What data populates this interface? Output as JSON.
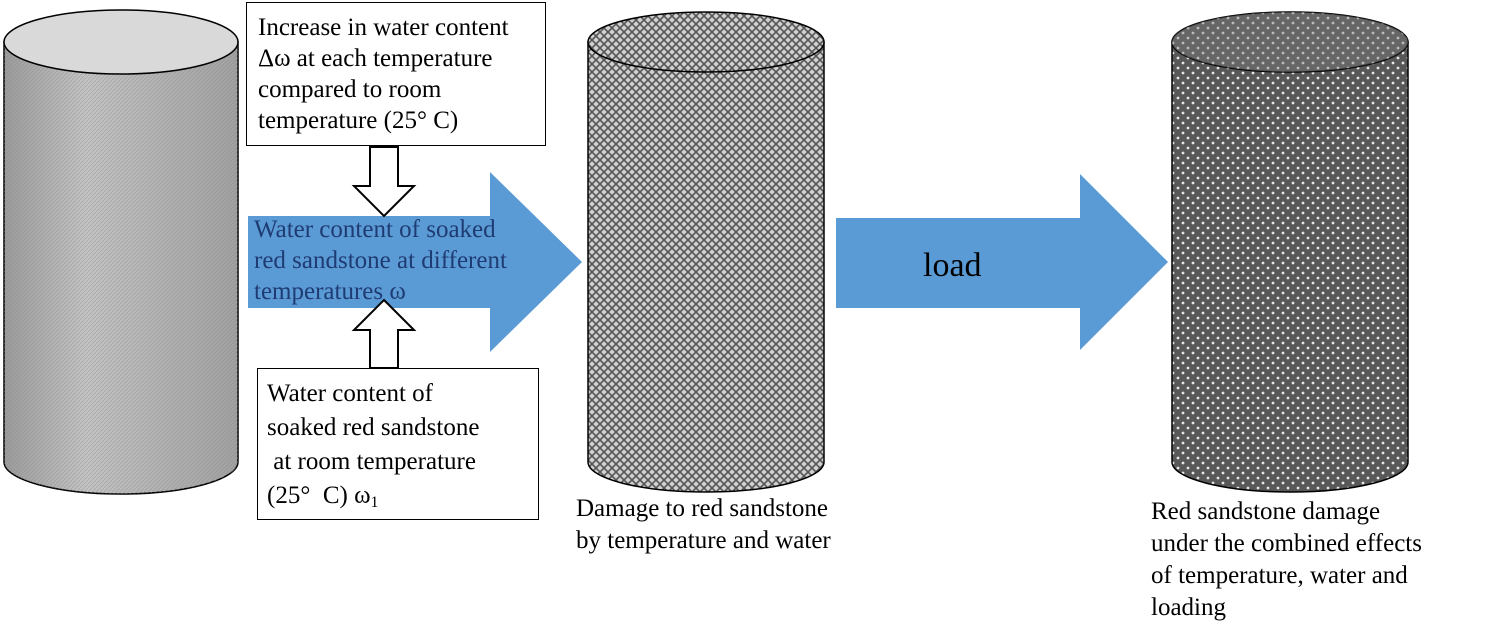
{
  "diagram": {
    "box_increase": {
      "lines": [
        "Increase in water content",
        "Δω at each temperature",
        "compared to room",
        "temperature (25°  C)"
      ]
    },
    "arrow_center": {
      "lines": [
        "Water content of soaked",
        "red sandstone at different",
        "temperatures ω"
      ]
    },
    "box_room": {
      "lines": [
        "Water content of",
        "soaked red sandstone",
        " at room temperature"
      ],
      "last_line_prefix": "(25°  C) ω",
      "last_line_sub": "1"
    },
    "load_label": "load",
    "caption_middle": {
      "lines": [
        "Damage to red sandstone",
        "by temperature and water"
      ]
    },
    "caption_right": {
      "lines": [
        "Red sandstone damage",
        "under the combined effects",
        "of temperature, water and",
        "loading"
      ]
    },
    "colors": {
      "arrow_fill": "#5b9bd5",
      "cylinder_left": "#b3b3b3",
      "cylinder_middle": "#9c9c9c",
      "cylinder_right": "#555555"
    }
  }
}
